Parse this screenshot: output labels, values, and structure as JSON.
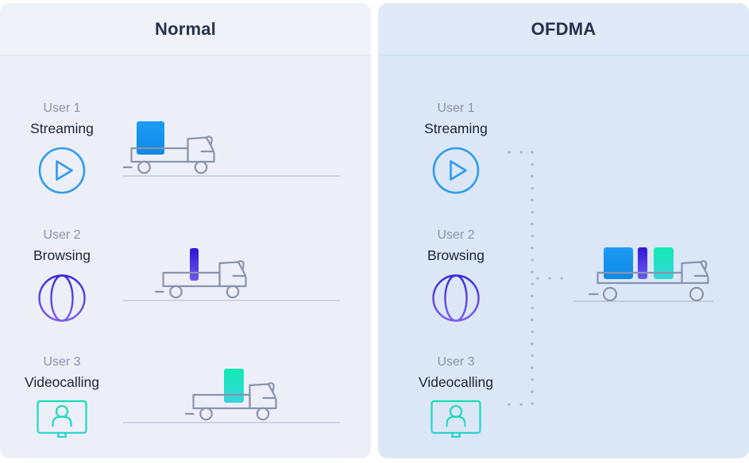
{
  "panels": {
    "normal": {
      "title": "Normal",
      "users": [
        {
          "name": "User 1",
          "activity": "Streaming",
          "icon": "play-icon"
        },
        {
          "name": "User 2",
          "activity": "Browsing",
          "icon": "globe-icon"
        },
        {
          "name": "User 3",
          "activity": "Videocalling",
          "icon": "videocall-monitor-icon"
        }
      ],
      "trucks_cargo": [
        [
          "streaming"
        ],
        [
          "browsing"
        ],
        [
          "videocalling"
        ]
      ]
    },
    "ofdma": {
      "title": "OFDMA",
      "users": [
        {
          "name": "User 1",
          "activity": "Streaming",
          "icon": "play-icon"
        },
        {
          "name": "User 2",
          "activity": "Browsing",
          "icon": "globe-icon"
        },
        {
          "name": "User 3",
          "activity": "Videocalling",
          "icon": "videocall-monitor-icon"
        }
      ],
      "trucks_cargo": [
        [
          "streaming",
          "browsing",
          "videocalling"
        ]
      ]
    }
  },
  "colors": {
    "panel_normal_bg": "#EDEFF8",
    "panel_ofdma_bg": "#DBE7F6",
    "title_text": "#26324E",
    "user_name_text": "#8A92A6",
    "activity_text": "#1B2433",
    "truck_outline": "#8A93AD",
    "ground_line_normal": "#C9CEDC",
    "ground_line_ofdma": "#BCC9DB",
    "dotted_line": "#A9B4C6",
    "streaming_box_top": "#1E9BF4",
    "streaming_box_bottom": "#0C8AE6",
    "browsing_box_top": "#2F16D6",
    "browsing_box_bottom": "#6B5AF2",
    "videocalling_box_top": "#12E9B2",
    "videocalling_box_bottom": "#37D5DB",
    "play_icon_stroke": "#2D9BEF",
    "globe_icon_top": "#3B27D6",
    "globe_icon_bottom": "#7B5AF0",
    "monitor_icon_top": "#17DEB0",
    "monitor_icon_bottom": "#2ED4D4"
  }
}
